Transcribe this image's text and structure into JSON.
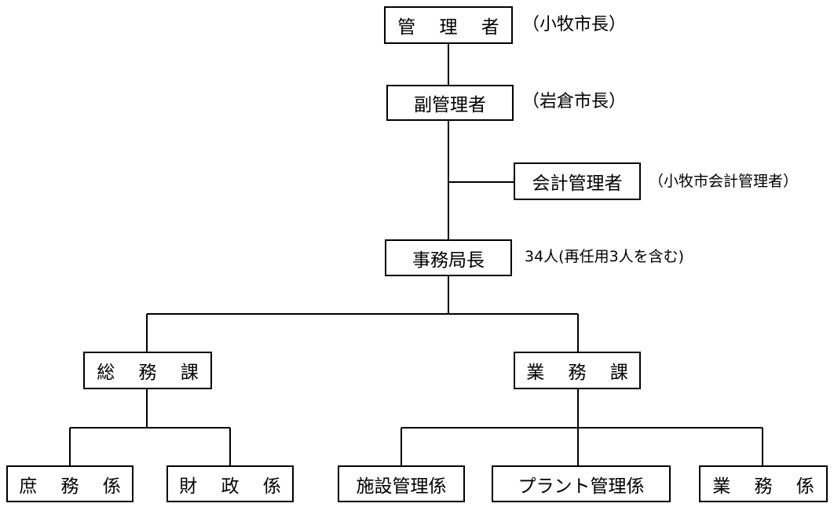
{
  "org_chart": {
    "administrator": {
      "label": "管　 理　 者",
      "note": "（小牧市長）"
    },
    "vice_administrator": {
      "label": "副管理者",
      "note": "（岩倉市長）"
    },
    "accounting_manager": {
      "label": "会計管理者",
      "note": "（小牧市会計管理者）"
    },
    "director": {
      "label": "事務局長",
      "note": "34人(再任用3人を含む)"
    },
    "general_affairs_division": {
      "label": "総　 務　 課"
    },
    "operations_division": {
      "label": "業　 務　 課"
    },
    "sections": {
      "shomu": {
        "label": "庶　 務　 係"
      },
      "zaisei": {
        "label": "財　 政　 係"
      },
      "shisetsu": {
        "label": "施設管理係"
      },
      "plant": {
        "label": "プラント管理係"
      },
      "gyomu": {
        "label": "業　 務　 係"
      }
    }
  },
  "colors": {
    "line": "#000000",
    "box_fill": "#ffffff"
  }
}
